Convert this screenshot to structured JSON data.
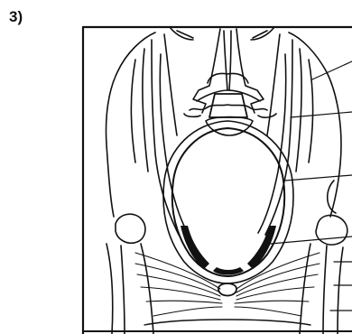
{
  "panel": {
    "label": "3)"
  },
  "figure": {
    "subject": "pelvis-anatomy-line-drawing",
    "leader_lines": 7,
    "colors": {
      "ink": "#111111",
      "fill": "#ffffff",
      "dark_fill": "#111111"
    }
  }
}
